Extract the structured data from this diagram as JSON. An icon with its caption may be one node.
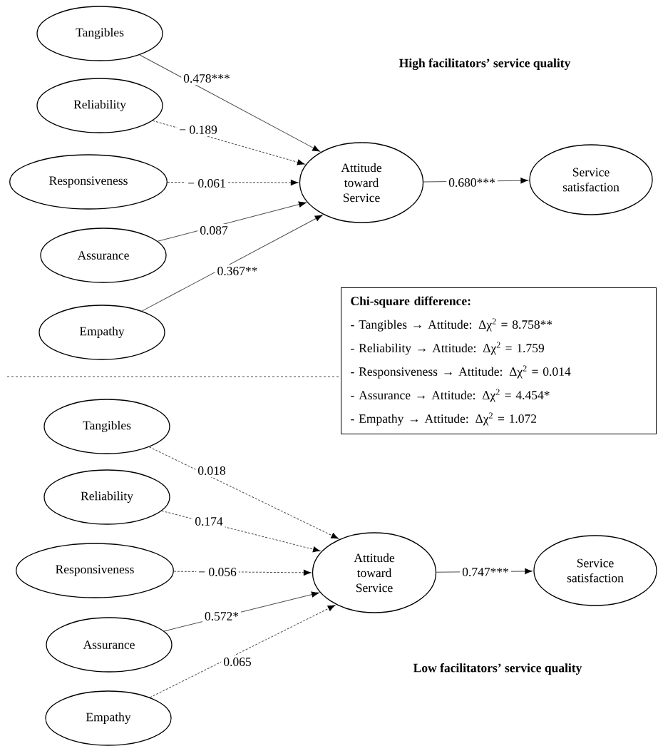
{
  "diagram": {
    "nodes": [
      {
        "text": [
          "Tangibles"
        ]
      },
      {
        "text": [
          "Reliability"
        ]
      },
      {
        "text": [
          "Responsiveness"
        ]
      },
      {
        "text": [
          "Assurance"
        ]
      },
      {
        "text": [
          "Empathy"
        ]
      },
      {
        "text": [
          "Attitude toward Service"
        ]
      },
      {
        "text": [
          "Service satisfaction"
        ]
      },
      {
        "text": [
          "Chi-square difference:",
          "- Tangibles → Attitude: Δχ$^{2}$ = 8.758**",
          "- Reliability → Attitude: Δχ$^{2}$ = 1.759",
          "- Responsiveness → Attitude: Δχ$^{2}$ = 0.014",
          "- Assurance → Attitude: Δχ$^{2}$ = 4.454*",
          "- Empathy → Attitude: Δχ$^{2}$ = 1.072"
        ]
      },
      {
        "text": [
          "Tangibles"
        ]
      },
      {
        "text": [
          "Reliability"
        ]
      },
      {
        "text": [
          "Responsiveness"
        ]
      },
      {
        "text": [
          "Assurance"
        ]
      },
      {
        "text": [
          "Empathy"
        ]
      },
      {
        "text": [
          "Attitude toward Service"
        ]
      },
      {
        "text": [
          "Service satisfaction"
        ]
      }
    ],
    "edges": [
      {
        "from": 0,
        "to": 5,
        "arrow": "to",
        "label": "0.478***"
      },
      {
        "from": 1,
        "to": 5,
        "arrow": "to",
        "label": "− 0.189",
        "style": "dashed"
      },
      {
        "from": 2,
        "to": 5,
        "arrow": "to",
        "label": "− 0.061",
        "style": "dashed"
      },
      {
        "from": 3,
        "to": 5,
        "arrow": "to",
        "label": "0.087"
      },
      {
        "from": 4,
        "to": 5,
        "arrow": "to",
        "label": "0.367**"
      },
      {
        "from": 5,
        "to": 6,
        "arrow": "to",
        "label": "0.680***"
      },
      {
        "from": 8,
        "to": 13,
        "arrow": "to",
        "label": "0.018",
        "style": "dashed"
      },
      {
        "from": 9,
        "to": 13,
        "arrow": "to",
        "label": "0.174",
        "style": "dashed"
      },
      {
        "from": 10,
        "to": 13,
        "arrow": "to",
        "label": "− 0.056",
        "style": "dashed"
      },
      {
        "from": 11,
        "to": 13,
        "arrow": "to",
        "label": "0.572*"
      },
      {
        "from": 12,
        "to": 13,
        "arrow": "to",
        "label": "0.065",
        "style": "dashed"
      },
      {
        "from": 13,
        "to": 14,
        "arrow": "to",
        "label": "0.747***"
      }
    ],
    "labels": [
      "High facilitators’ service quality",
      "Low facilitators’ service quality"
    ]
  }
}
